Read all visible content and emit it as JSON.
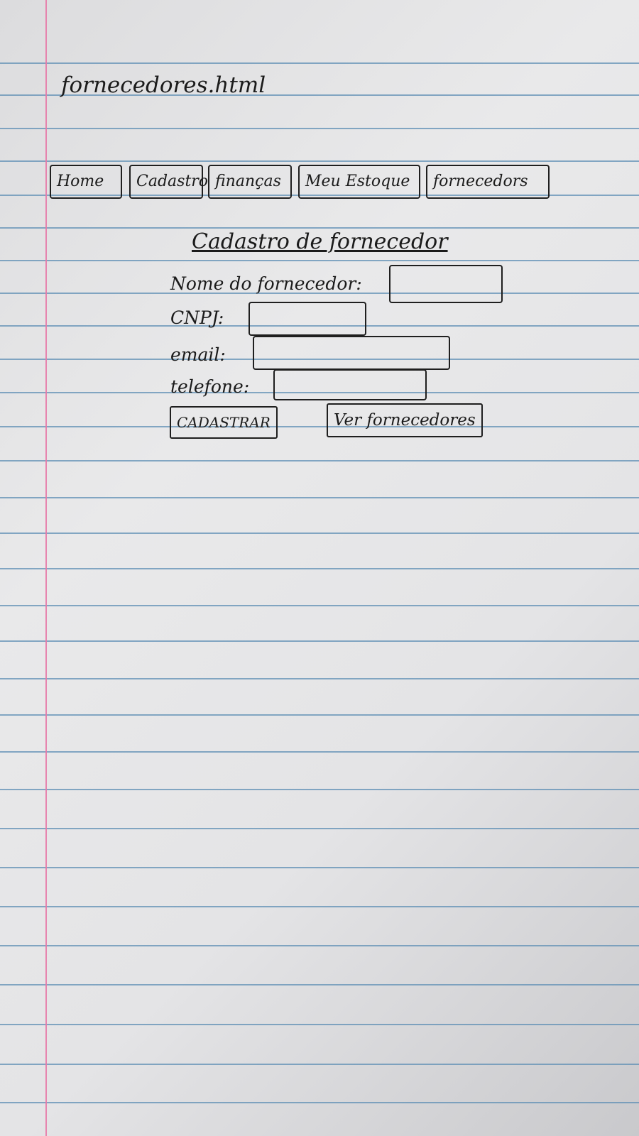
{
  "page": {
    "filename": "fornecedores.html"
  },
  "nav": {
    "tabs": [
      {
        "label": "Home"
      },
      {
        "label": "Cadastro"
      },
      {
        "label": "finanças"
      },
      {
        "label": "Meu Estoque"
      },
      {
        "label": "fornecedors"
      }
    ]
  },
  "form": {
    "title": "Cadastro de fornecedor",
    "fields": [
      {
        "label": "Nome do fornecedor:",
        "value": ""
      },
      {
        "label": "CNPJ:",
        "value": ""
      },
      {
        "label": "email:",
        "value": ""
      },
      {
        "label": "telefone:",
        "value": ""
      }
    ],
    "buttons": {
      "submit_label": "CADASTRAR",
      "view_label": "Ver fornecedores"
    }
  },
  "colors": {
    "paper": "#e6e6e8",
    "rule_line": "#5f8fb4",
    "margin_line": "#e77aa8",
    "ink": "#1b1b1b"
  }
}
